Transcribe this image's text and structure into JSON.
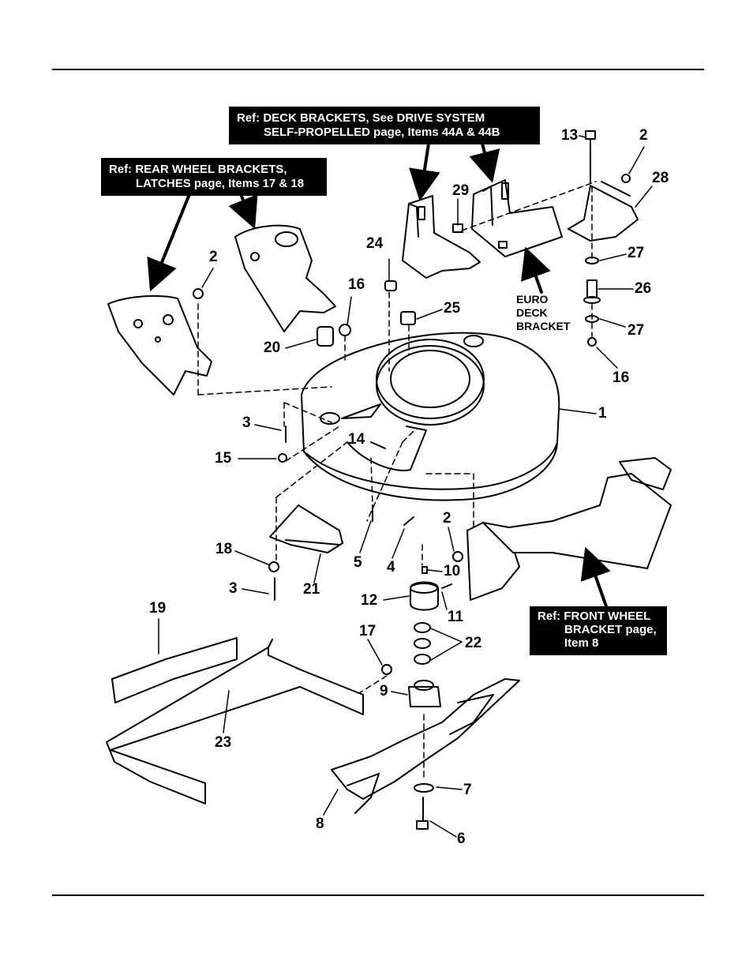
{
  "refs": {
    "deck_brackets": [
      "Ref: DECK BRACKETS, See DRIVE SYSTEM",
      "SELF-PROPELLED page, Items 44A & 44B"
    ],
    "rear_wheel_brackets": [
      "Ref: REAR WHEEL BRACKETS,",
      "LATCHES page, Items 17 & 18"
    ],
    "front_wheel_bracket": [
      "Ref: FRONT WHEEL",
      "BRACKET page,",
      "Item 8"
    ]
  },
  "euro_deck_bracket": [
    "EURO",
    "DECK",
    "BRACKET"
  ],
  "callouts": [
    "13",
    "2",
    "28",
    "29",
    "27",
    "26",
    "27",
    "16",
    "24",
    "25",
    "2",
    "16",
    "20",
    "1",
    "3",
    "14",
    "15",
    "2",
    "5",
    "4",
    "10",
    "12",
    "11",
    "18",
    "3",
    "21",
    "19",
    "22",
    "17",
    "9",
    "23",
    "7",
    "8",
    "6"
  ]
}
